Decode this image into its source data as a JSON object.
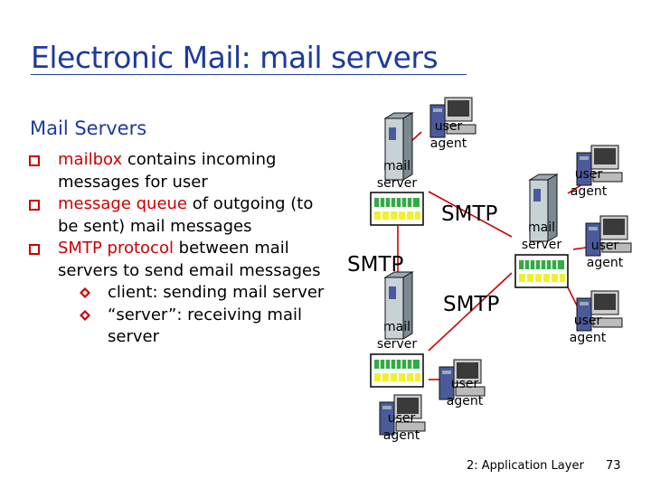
{
  "title": "Electronic Mail: mail servers",
  "subhead": "Mail Servers",
  "bullets": [
    {
      "highlight": "mailbox",
      "rest": " contains incoming messages for user"
    },
    {
      "highlight": "message queue",
      "rest": " of outgoing (to be sent) mail messages"
    },
    {
      "highlight": "SMTP protocol",
      "rest": " between mail servers to send email messages"
    }
  ],
  "sub_bullets": [
    "client: sending mail server",
    "“server”: receiving mail server"
  ],
  "diagram": {
    "user_agent_label": "user agent",
    "mail_server_label": "mail server",
    "smtp_label": "SMTP"
  },
  "footer": {
    "chapter": "2: Application Layer",
    "page": "73"
  },
  "colors": {
    "title": "#1e3a9e",
    "highlight": "#cc0000",
    "queue_yellow": "#f2ef30",
    "queue_green": "#33aa44",
    "edge": "#cc0000"
  }
}
